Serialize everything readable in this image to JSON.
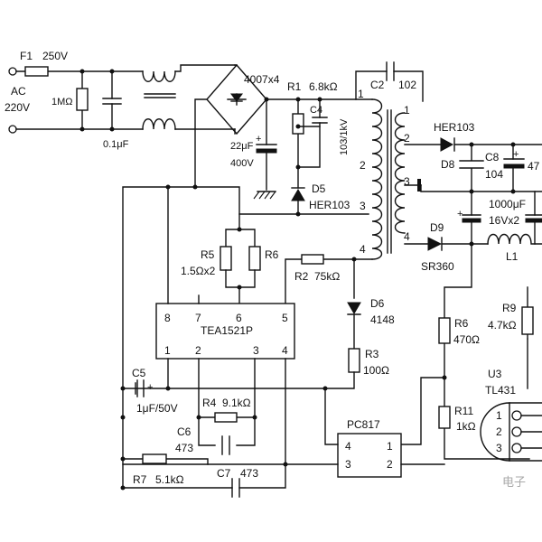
{
  "input": {
    "ac": "AC",
    "voltage": "220V"
  },
  "components": {
    "F1": {
      "ref": "F1",
      "value": "250V"
    },
    "R_filter": {
      "value": "1MΩ"
    },
    "C_filter": {
      "value": "0.1μF"
    },
    "bridge": {
      "value": "4007x4"
    },
    "R1": {
      "ref": "R1",
      "value": "6.8kΩ"
    },
    "C1": {
      "value_top": "22μF",
      "value_bottom": "400V"
    },
    "C4": {
      "ref": "C4",
      "value": "103/1kV"
    },
    "D5": {
      "ref": "D5",
      "value": "HER103"
    },
    "C2": {
      "ref": "C2",
      "value": "102"
    },
    "R5": {
      "ref": "R5",
      "value": "1.5Ωx2"
    },
    "R6_top": {
      "ref": "R6"
    },
    "R2": {
      "ref": "R2",
      "value": "75kΩ"
    },
    "D6": {
      "ref": "D6",
      "value": "4148"
    },
    "R3": {
      "ref": "R3",
      "value": "100Ω"
    },
    "IC": {
      "name": "TEA1521P",
      "pins_top": [
        "8",
        "7",
        "6",
        "5"
      ],
      "pins_bottom": [
        "1",
        "2",
        "3",
        "4"
      ]
    },
    "C5": {
      "ref": "C5",
      "value": "1μF/50V"
    },
    "R4": {
      "ref": "R4",
      "value": "9.1kΩ"
    },
    "C6": {
      "ref": "C6",
      "value": "473"
    },
    "R7": {
      "ref": "R7",
      "value": "5.1kΩ"
    },
    "C7": {
      "ref": "C7",
      "value": "473"
    },
    "PC817": {
      "name": "PC817",
      "pins": [
        "4",
        "1",
        "3",
        "2"
      ]
    },
    "D8": {
      "ref": "D8",
      "value": "HER103"
    },
    "C8": {
      "ref": "C8",
      "value": "104",
      "next_value": "47"
    },
    "C_out": {
      "value_top": "1000μF",
      "value_bottom": "16Vx2"
    },
    "D9": {
      "ref": "D9",
      "value": "SR360"
    },
    "L1": {
      "ref": "L1"
    },
    "R9": {
      "ref": "R9",
      "value": "4.7kΩ"
    },
    "R6_sec": {
      "ref": "R6",
      "value": "470Ω"
    },
    "R11": {
      "ref": "R11",
      "value": "1kΩ"
    },
    "U3": {
      "ref": "U3",
      "name": "TL431",
      "pins": [
        "1",
        "2",
        "3"
      ]
    }
  },
  "transformer": {
    "primary_pins": [
      "1",
      "2",
      "3",
      "4"
    ],
    "secondary_pins": [
      "1",
      "2",
      "3",
      "4"
    ]
  },
  "watermark": "电子"
}
